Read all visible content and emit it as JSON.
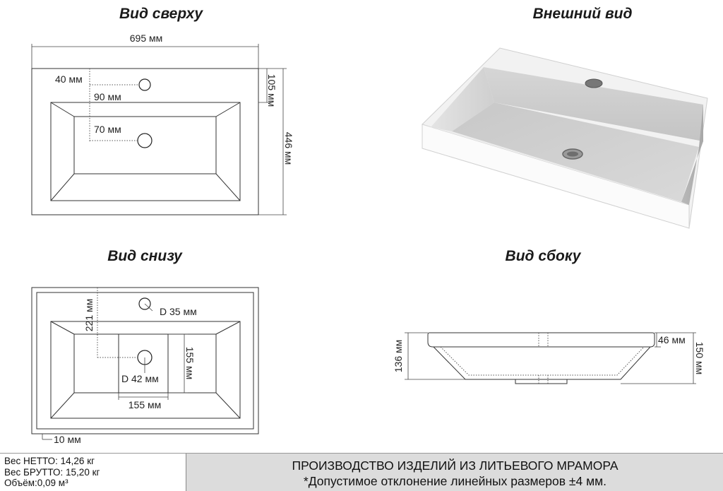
{
  "titles": {
    "top_view": "Вид сверху",
    "exterior_view": "Внешний вид",
    "bottom_view": "Вид снизу",
    "side_view": "Вид сбоку"
  },
  "top_view": {
    "width": "695 мм",
    "depth": "446 мм",
    "back_rim": "105 мм",
    "tap_hole_from_rim": "40 мм",
    "tap_hole_offset": "90 мм",
    "drain_offset": "70 мм"
  },
  "bottom_view": {
    "depth_to_drain": "221 мм",
    "tap_hole_diameter": "D 35 мм",
    "drain_diameter": "D 42 мм",
    "recess_depth": "155 мм",
    "recess_width": "155 мм",
    "edge": "10 мм"
  },
  "side_view": {
    "body_height": "136 мм",
    "rim_height": "46 мм",
    "total_height": "150 мм"
  },
  "footer": {
    "net_weight": "Вес НЕТТО: 14,26 кг",
    "gross_weight": "Вес БРУТТО: 15,20 кг",
    "volume": "Объём:0,09 м³",
    "headline": "ПРОИЗВОДСТВО ИЗДЕЛИЙ ИЗ ЛИТЬЕВОГО МРАМОРА",
    "tolerance": "*Допустимое отклонение линейных размеров ±4 мм."
  },
  "colors": {
    "line": "#333333",
    "footer_bg": "#dcdcdc",
    "basin_light": "#e6e6e6",
    "basin_dark": "#b8b8b8"
  }
}
